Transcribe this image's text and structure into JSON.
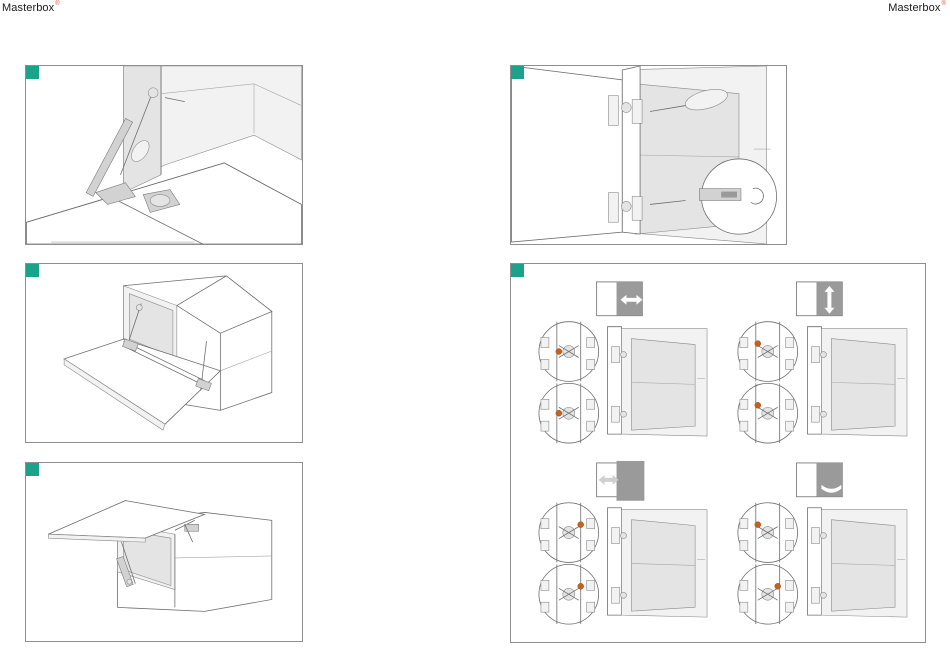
{
  "header": {
    "brand_left": "Masterbox",
    "brand_right": "Masterbox",
    "registered_mark": "®"
  },
  "colors": {
    "step_marker": "#1aa28a",
    "trademark": "#e04e2c",
    "adjust_highlight": "#c8601e"
  },
  "panels": [
    {
      "id": "mount-stay-inside-cabinet"
    },
    {
      "id": "flap-open-horizontal"
    },
    {
      "id": "flap-open-angled"
    },
    {
      "id": "hinge-screw-tighten"
    },
    {
      "id": "hinge-adjustment-grid"
    }
  ],
  "adjustments": [
    {
      "icon": "double-arrow-horizontal-icon"
    },
    {
      "icon": "double-arrow-vertical-icon"
    },
    {
      "icon": "depth-arrow-icon"
    },
    {
      "icon": "curved-arrow-icon"
    }
  ]
}
